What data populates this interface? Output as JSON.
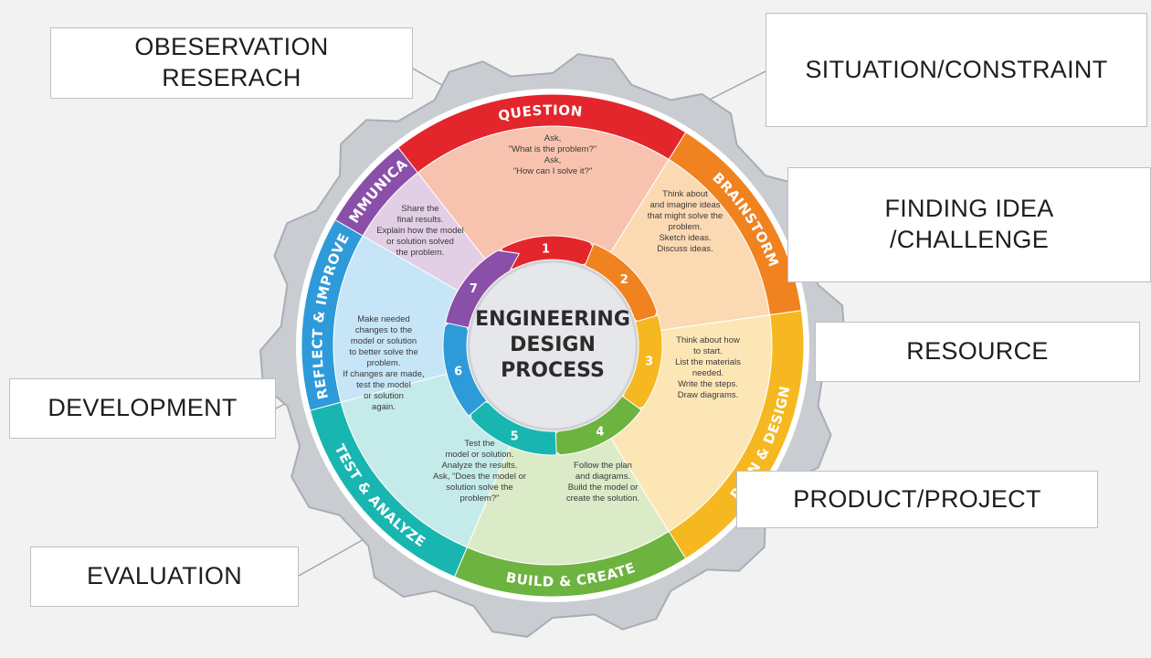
{
  "diagram": {
    "center_title": [
      "ENGINEERING",
      "DESIGN",
      "PROCESS"
    ],
    "steps": [
      {
        "number": "1",
        "label": "QUESTION",
        "color": "#e3262b",
        "fill": "#f8c3ae",
        "lines": [
          "Ask,",
          "\"What is the problem?\"",
          "Ask,",
          "\"How can I solve it?\""
        ]
      },
      {
        "number": "2",
        "label": "BRAINSTORM",
        "color": "#f08220",
        "fill": "#fbd9b3",
        "lines": [
          "Think about",
          "and imagine ideas",
          "that might solve the",
          "problem.",
          "Sketch ideas.",
          "Discuss ideas."
        ]
      },
      {
        "number": "3",
        "label": "PLAN & DESIGN",
        "color": "#f6b820",
        "fill": "#fde6b5",
        "lines": [
          "Think about how",
          "to start.",
          "List the materials",
          "needed.",
          "Write the steps.",
          "Draw diagrams."
        ]
      },
      {
        "number": "4",
        "label": "BUILD & CREATE",
        "color": "#6db33f",
        "fill": "#dbebc8",
        "lines": [
          "Follow the plan",
          "and diagrams.",
          "Build the model or",
          "create the solution."
        ]
      },
      {
        "number": "5",
        "label": "TEST & ANALYZE",
        "color": "#19b5b1",
        "fill": "#c4ebe9",
        "lines": [
          "Test the",
          "model or solution.",
          "Analyze the results.",
          "Ask, \"Does the model or",
          "solution solve the",
          "problem?\""
        ]
      },
      {
        "number": "6",
        "label": "REFLECT & IMPROVE",
        "color": "#2f9ad9",
        "fill": "#c6e5f6",
        "lines": [
          "Make needed",
          "changes to the",
          "model or solution",
          "to better solve the",
          "problem.",
          "If changes are made,",
          "test the model",
          "or solution",
          "again."
        ]
      },
      {
        "number": "7",
        "label": "COMMUNICATE",
        "color": "#8a4fa8",
        "fill": "#e2cfe6",
        "lines": [
          "Share the",
          "final results.",
          "Explain how the model",
          "or solution solved",
          "the problem."
        ]
      }
    ]
  },
  "callouts": {
    "observation": "OBESERVATION\nRESERACH",
    "situation": "SITUATION/CONSTRAINT",
    "finding": "FINDING IDEA\n/CHALLENGE",
    "resource": "RESOURCE",
    "product": "PRODUCT/PROJECT",
    "development": "DEVELOPMENT",
    "evaluation": "EVALUATION"
  },
  "colors": {
    "gear": "#c9ccd1",
    "gear_edge": "#a9adb4",
    "center": "#e6e7ea"
  }
}
